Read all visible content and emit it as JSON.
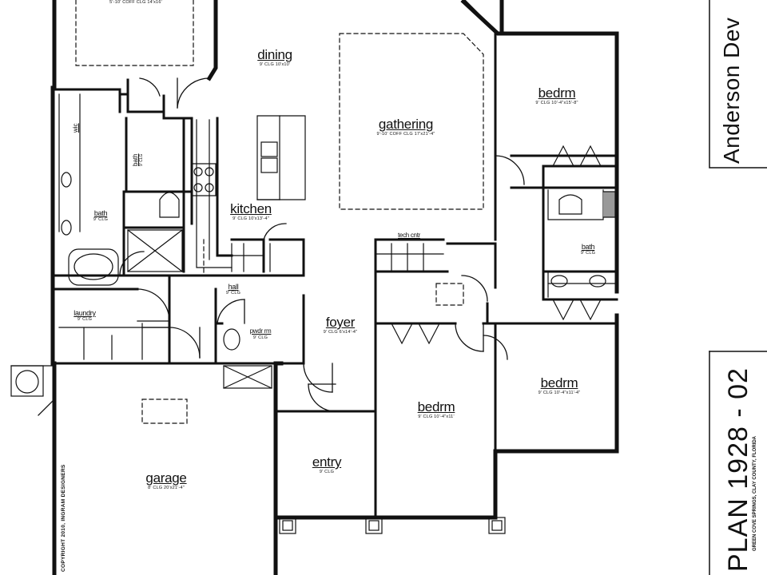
{
  "rooms": {
    "top_left": {
      "dims": "5'-10' COFF CLG 14'x16'"
    },
    "dining": {
      "name": "dining",
      "dims": "9' CLG 10'x10'"
    },
    "gathering": {
      "name": "gathering",
      "dims": "9'-10' COFF CLG 17'x21'-4\""
    },
    "bedrm_top": {
      "name": "bedrm",
      "dims": "9' CLG 10'-4\"x15'-8\""
    },
    "bath_center": {
      "name": "bath",
      "dims": "9' CLG"
    },
    "wic": {
      "name": "wic"
    },
    "bath_left": {
      "name": "bath",
      "dims": "9' CLG"
    },
    "kitchen": {
      "name": "kitchen",
      "dims": "9' CLG 10'x13'-4\""
    },
    "tech_cntr": {
      "name": "tech cntr"
    },
    "bath_right": {
      "name": "bath",
      "dims": "9' CLG"
    },
    "hall": {
      "name": "hall",
      "dims": "9' CLG"
    },
    "laundry": {
      "name": "laundry",
      "dims": "9' CLG"
    },
    "pwdr_rm": {
      "name": "pwdr rm",
      "dims": "9' CLG"
    },
    "foyer": {
      "name": "foyer",
      "dims": "9' CLG 6'x14'-4\""
    },
    "bedrm_right": {
      "name": "bedrm",
      "dims": "9' CLG 10'-4\"x11'-4\""
    },
    "bedrm_mid": {
      "name": "bedrm",
      "dims": "9' CLG 10'-4\"x11'"
    },
    "garage": {
      "name": "garage",
      "dims": "8' CLG 20'x21'-4\""
    },
    "entry": {
      "name": "entry",
      "dims": "9' CLG"
    }
  },
  "title_block": {
    "company": "Anderson Dev",
    "plan": "PLAN 1928 - 02",
    "location": "GREEN COVE SPRINGS, CLAY COUNTY, FLORIDA",
    "copyright": "COPYRIGHT 2010, INGRAM DESIGNERS"
  }
}
